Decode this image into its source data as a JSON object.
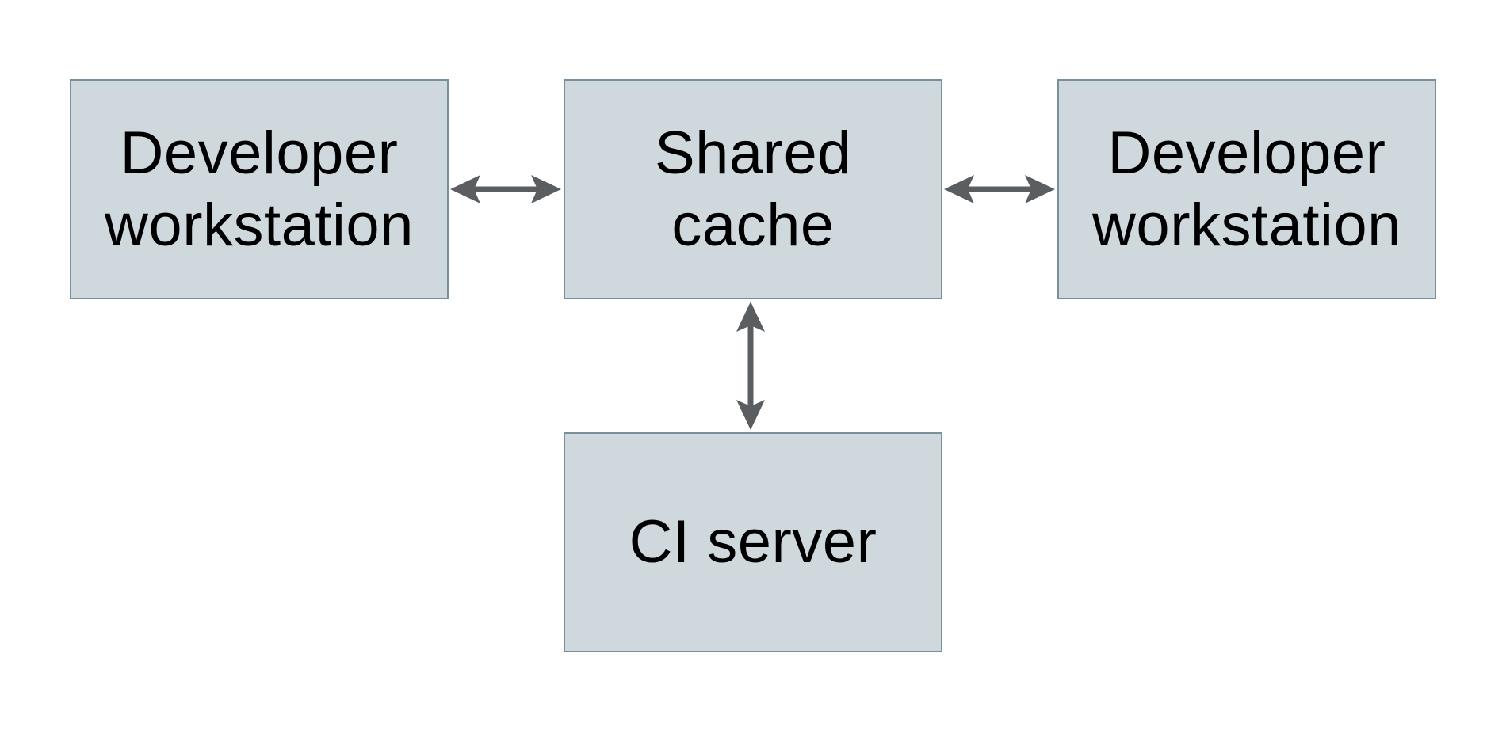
{
  "diagram": {
    "background": "#ffffff",
    "nodes": [
      {
        "id": "developer-workstation-left",
        "label": "Developer\nworkstation"
      },
      {
        "id": "shared-cache",
        "label": "Shared\ncache"
      },
      {
        "id": "developer-workstation-right",
        "label": "Developer\nworkstation"
      },
      {
        "id": "ci-server",
        "label": "CI server"
      }
    ],
    "edges": [
      {
        "from": "developer-workstation-left",
        "to": "shared-cache",
        "direction": "bidirectional",
        "orientation": "horizontal"
      },
      {
        "from": "shared-cache",
        "to": "developer-workstation-right",
        "direction": "bidirectional",
        "orientation": "horizontal"
      },
      {
        "from": "shared-cache",
        "to": "ci-server",
        "direction": "bidirectional",
        "orientation": "vertical"
      }
    ],
    "colors": {
      "background": "#ffffff",
      "node_fill": "#cfd8dc",
      "node_border": "#78909b",
      "arrow": "#5a5e61",
      "text": "#000000"
    }
  }
}
